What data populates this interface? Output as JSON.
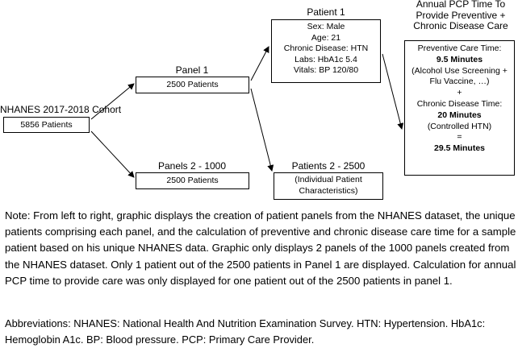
{
  "cohort": {
    "title": "NHANES 2017-2018 Cohort",
    "count": "5856 Patients"
  },
  "panel1": {
    "title": "Panel 1",
    "count": "2500 Patients"
  },
  "panels_rest": {
    "title": "Panels 2 - 1000",
    "count": "2500 Patients"
  },
  "patient1": {
    "title": "Patient 1",
    "lines": [
      "Sex: Male",
      "Age: 21",
      "Chronic Disease: HTN",
      "Labs: HbA1c 5.4",
      "Vitals: BP 120/80"
    ]
  },
  "patients_rest": {
    "title": "Patients 2 - 2500",
    "lines": [
      "(Individual Patient",
      "Characteristics)"
    ]
  },
  "pcp_time": {
    "title_lines": [
      "Annual PCP Time To",
      "Provide Preventive +",
      "Chronic Disease Care"
    ],
    "preventive_label": "Preventive Care Time:",
    "preventive_value": "9.5 Minutes",
    "preventive_detail_1": "(Alcohol Use Screening +",
    "preventive_detail_2": "Flu Vaccine,  …)",
    "plus": "+",
    "chronic_label": "Chronic Disease Time:",
    "chronic_value": "20 Minutes",
    "chronic_detail": "(Controlled HTN)",
    "equals": "=",
    "total_value": "29.5 Minutes"
  },
  "note": "Note: From left to right, graphic displays the creation of patient panels from the NHANES dataset, the unique patients comprising each panel, and the calculation of preventive and chronic disease care time for a sample patient based on his unique NHANES data.  Graphic only displays 2 panels of the 1000 panels created from the NHANES dataset.  Only 1 patient out of the 2500 patients in Panel 1 are displayed.   Calculation for annual PCP time to provide care was only displayed for one patient out of the 2500 patients in panel 1.",
  "abbreviations": "Abbreviations: NHANES: National Health And Nutrition Examination Survey. HTN: Hypertension. HbA1c: Hemoglobin A1c. BP: Blood pressure.  PCP: Primary Care Provider."
}
